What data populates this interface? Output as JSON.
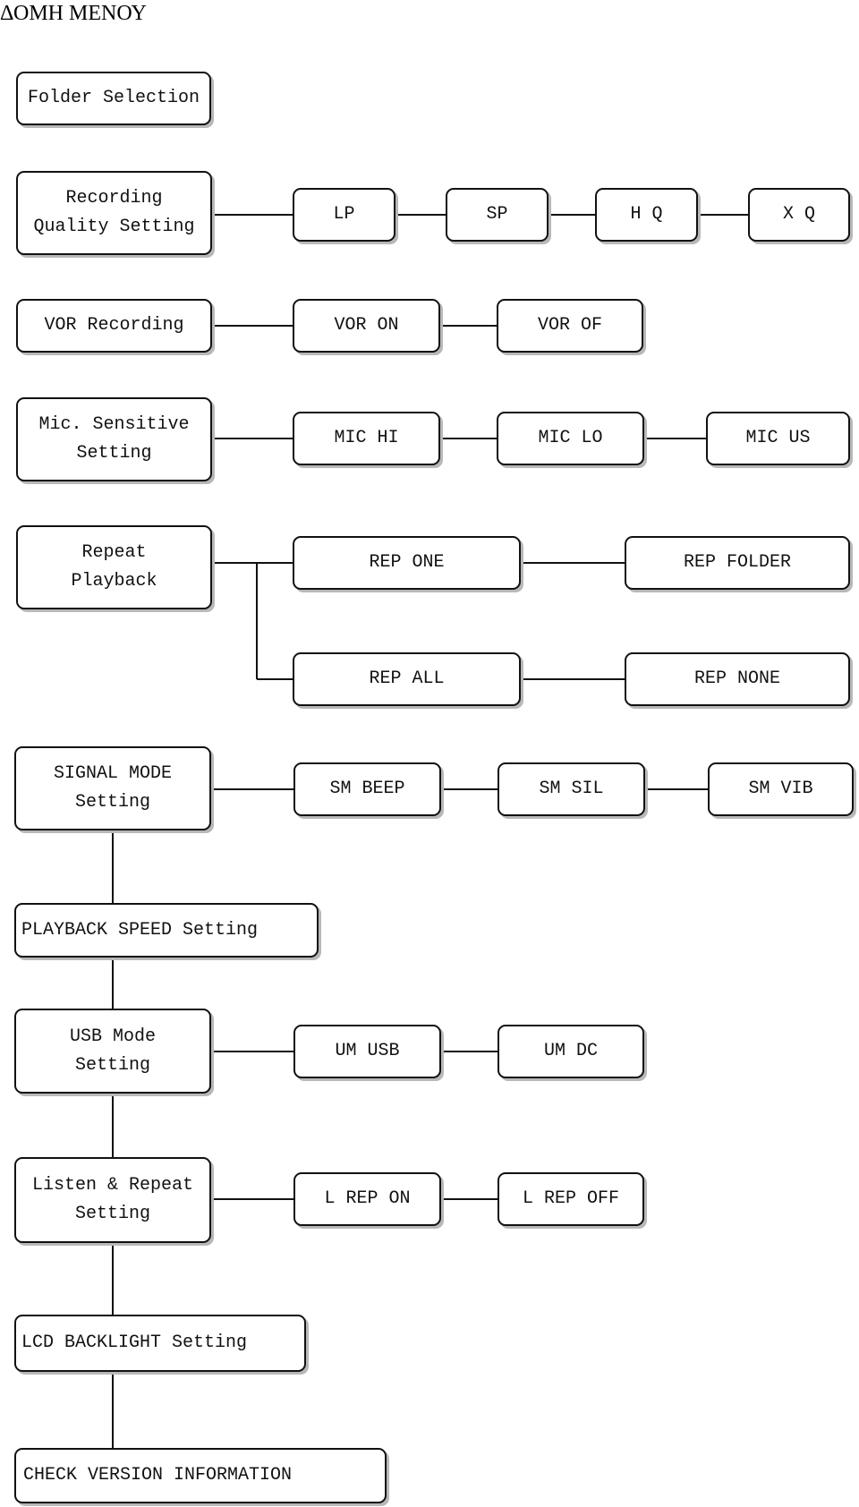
{
  "page": {
    "title": "ΔΟΜΗ ΜΕΝΟΥ"
  },
  "menu": {
    "folder_selection": "Folder Selection",
    "recording_quality": {
      "label": "Recording\nQuality Setting",
      "options": [
        "LP",
        "SP",
        "H Q",
        "X Q"
      ]
    },
    "vor_recording": {
      "label": "VOR Recording",
      "options": [
        "VOR ON",
        "VOR OF"
      ]
    },
    "mic_sensitive": {
      "label": "Mic. Sensitive\nSetting",
      "options": [
        "MIC HI",
        "MIC LO",
        "MIC US"
      ]
    },
    "repeat_playback": {
      "label": "Repeat\nPlayback",
      "options": [
        "REP ONE",
        "REP FOLDER",
        "REP ALL",
        "REP NONE"
      ]
    },
    "signal_mode": {
      "label": "SIGNAL MODE\nSetting",
      "options": [
        "SM BEEP",
        "SM SIL",
        "SM VIB"
      ]
    },
    "playback_speed": "PLAYBACK SPEED Setting",
    "usb_mode": {
      "label": "USB Mode\nSetting",
      "options": [
        "UM USB",
        "UM DC"
      ]
    },
    "listen_repeat": {
      "label": "Listen & Repeat\nSetting",
      "options": [
        "L REP ON",
        "L REP OFF"
      ]
    },
    "lcd_backlight": "LCD BACKLIGHT Setting",
    "check_version": "CHECK VERSION INFORMATION"
  }
}
